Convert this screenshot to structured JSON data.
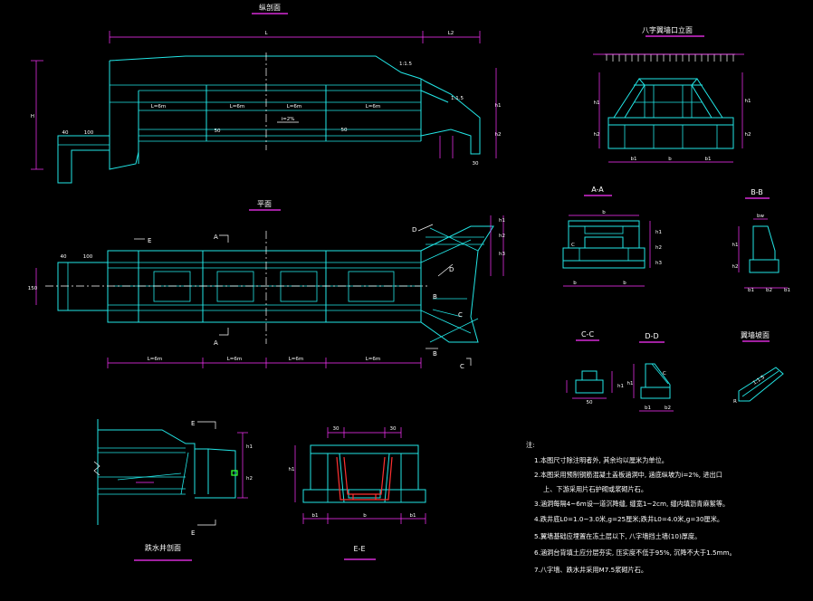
{
  "views": {
    "longitudinal": "纵剖面",
    "outlet_elevation": "八字翼墙口立面",
    "plan": "平面",
    "section_aa": "A-A",
    "section_bb": "B-B",
    "section_cc": "C-C",
    "section_dd": "D-D",
    "wing_slope": "翼墙坡面",
    "drop_section": "跌水井剖面",
    "section_ee": "E-E"
  },
  "dims": {
    "total_l": "L",
    "l2": "L2",
    "height_h": "H",
    "slope_1": "1:1.5",
    "slope_2": "1:1.5",
    "bay_1": "L=6m",
    "bay_2": "L=6m",
    "bay_3": "L=6m",
    "bay_4": "L=6m",
    "grade": "i=2%",
    "d_50": "50",
    "d_100": "100",
    "d_40": "40",
    "d_30": "30",
    "d_150": "150",
    "b": "b",
    "h1": "h1",
    "h2": "h2",
    "h3": "h3",
    "bw": "bw",
    "b1": "b1",
    "b2": "b2",
    "r": "R",
    "c": "C",
    "slope_15": "1:1.5"
  },
  "cut_marks": {
    "a": "A",
    "b": "B",
    "c": "C",
    "d": "D",
    "e": "E"
  },
  "notes": {
    "heading": "注:",
    "items": [
      "1.本图尺寸除注明者外, 其余均以厘米为单位。",
      "2.本图采用预制钢筋混凝土盖板涵洞中, 涵底纵坡为i=2%, 进出口",
      "上、下游采用片石护砌或浆砌片石。",
      "3.涵洞每隔4~6m设一道沉降缝, 缝宽1~2cm, 缝内填沥青麻絮等。",
      "4.跌井底L0=1.0~3.0米,g=25厘米;跌井L0=4.0米,g=30厘米。",
      "5.翼墙基础应埋置在冻土层以下, 八字墙挡土墙(10)厚度。",
      "6.涵洞台背填土应分层夯实, 压实度不低于95%, 沉降不大于1.5mm。",
      "7.八字墙、跌水井采用M7.5浆砌片石。"
    ]
  }
}
